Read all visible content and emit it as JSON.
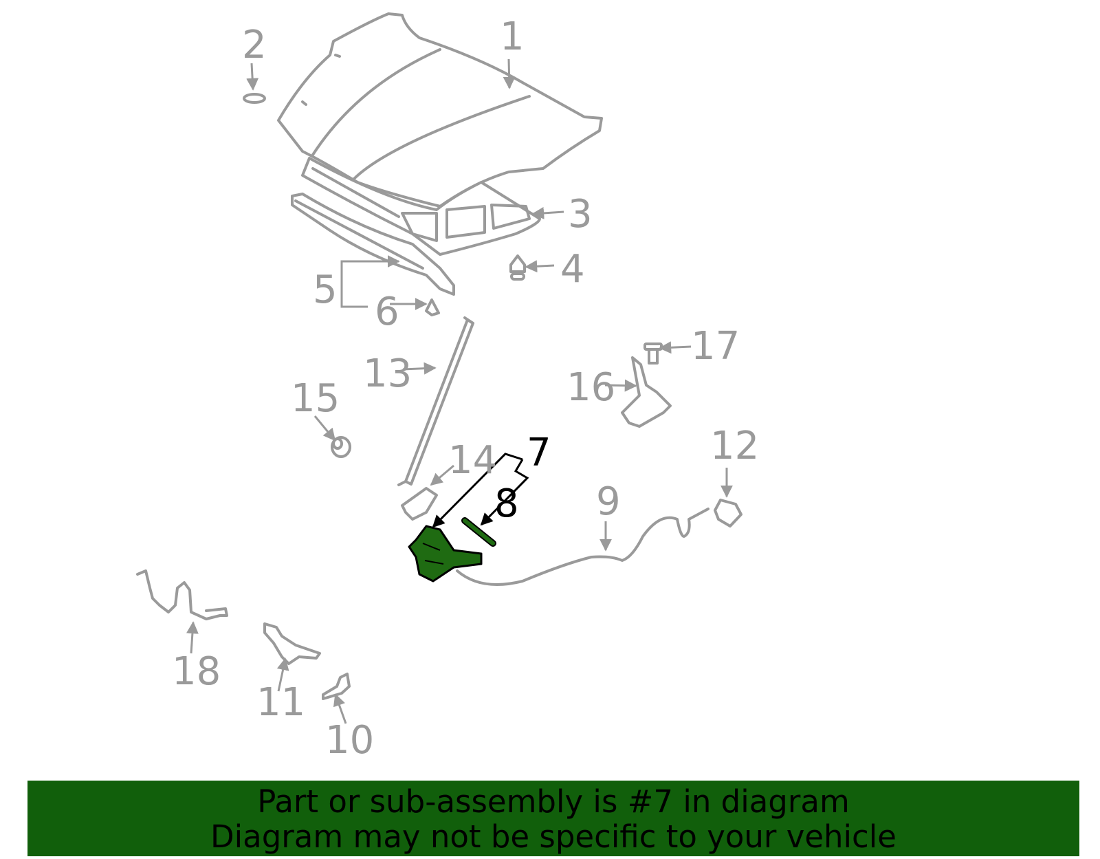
{
  "diagram": {
    "callouts": [
      "1",
      "2",
      "3",
      "4",
      "5",
      "6",
      "7",
      "8",
      "9",
      "10",
      "11",
      "12",
      "13",
      "14",
      "15",
      "16",
      "17",
      "18"
    ],
    "highlighted_callout": "7",
    "colors": {
      "line_art": "#9a9a9a",
      "highlight_part": "#1f6b12",
      "highlight_text": "#000000",
      "banner_bg": "#115f0b"
    }
  },
  "banner": {
    "line1": "Part or sub-assembly is #7 in diagram",
    "line2": "Diagram may not be specific to your vehicle"
  }
}
